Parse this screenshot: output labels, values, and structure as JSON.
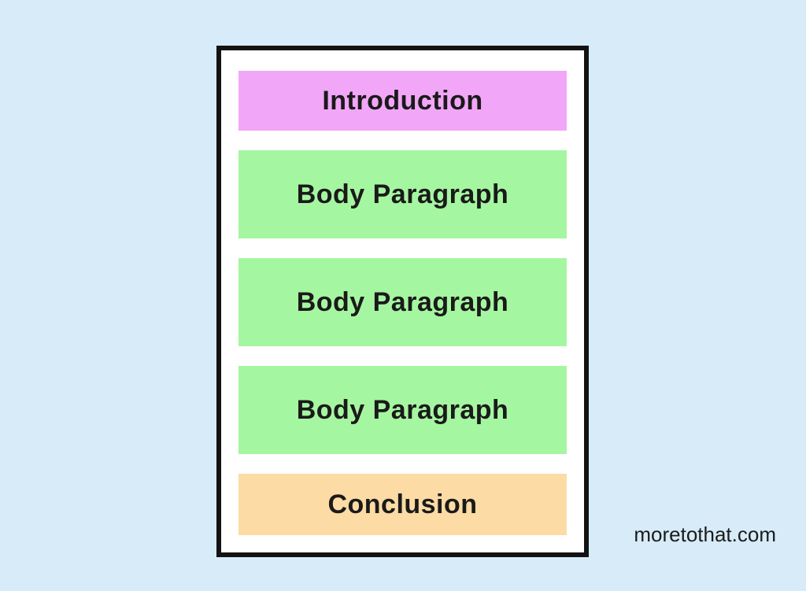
{
  "canvas": {
    "background_color": "#d7ecf8",
    "frame_background": "#ffffff",
    "frame_border_color": "#131313",
    "text_color": "#1a1a1a"
  },
  "diagram": {
    "blocks": [
      {
        "label": "Introduction",
        "type": "introduction",
        "color": "#f2a6f8"
      },
      {
        "label": "Body Paragraph",
        "type": "body",
        "color": "#a5f6a0"
      },
      {
        "label": "Body Paragraph",
        "type": "body",
        "color": "#a5f6a0"
      },
      {
        "label": "Body Paragraph",
        "type": "body",
        "color": "#a5f6a0"
      },
      {
        "label": "Conclusion",
        "type": "conclusion",
        "color": "#fcdba4"
      }
    ]
  },
  "watermark": {
    "text": "moretothat.com"
  }
}
